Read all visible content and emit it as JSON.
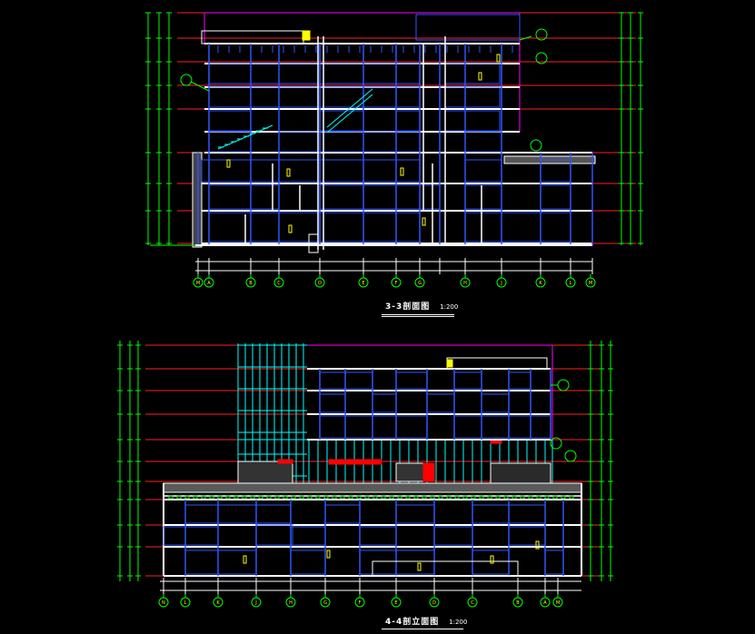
{
  "colors": {
    "background": "#000000",
    "wall": "#ffffff",
    "column": "#2f55ff",
    "level_line": "#ff2020",
    "dimension": "#00ff00",
    "roof": "#ff00ff",
    "stair": "#00ffff",
    "highlight": "#ffff00",
    "fill": "#ff0000"
  },
  "section_a": {
    "title": "3-3剖面图",
    "scale": "1:200",
    "axis_labels": [
      "M",
      "A",
      "B",
      "C",
      "D",
      "E",
      "F",
      "G",
      "H",
      "J",
      "K",
      "L",
      "M"
    ],
    "floors": 8
  },
  "section_b": {
    "title": "4-4剖立面图",
    "scale": "1:200",
    "axis_labels": [
      "N",
      "L",
      "K",
      "J",
      "H",
      "G",
      "F",
      "E",
      "D",
      "C",
      "B",
      "A",
      "M"
    ],
    "floors": 7
  }
}
